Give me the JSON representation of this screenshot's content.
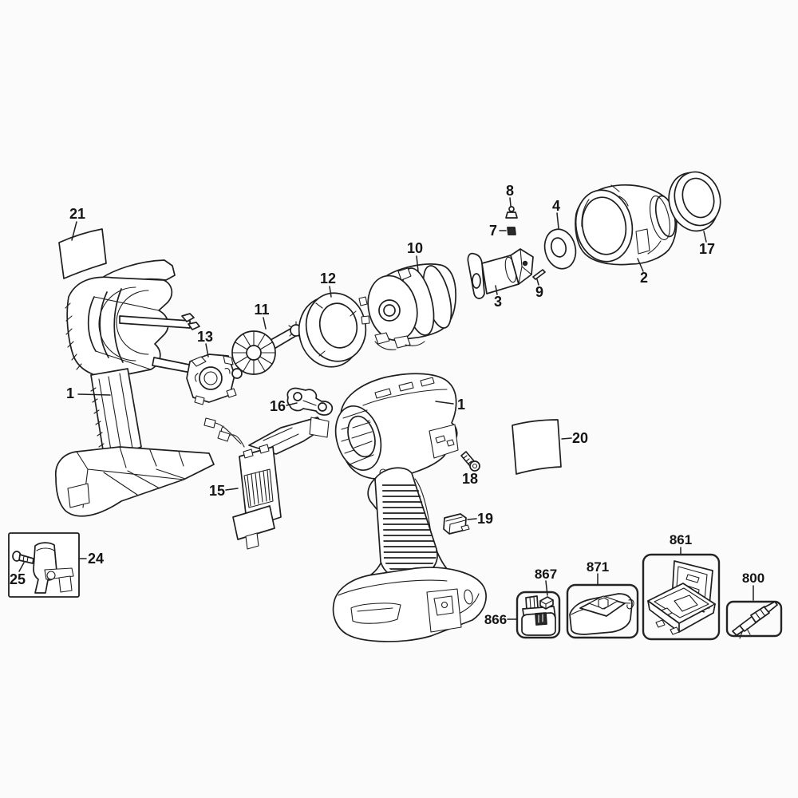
{
  "canvas": {
    "background": "#fbfbfb",
    "line_color": "#1f1f1f",
    "label_color": "#141414"
  },
  "callouts": [
    {
      "number": "21"
    },
    {
      "number": "1"
    },
    {
      "number": "13"
    },
    {
      "number": "11"
    },
    {
      "number": "12"
    },
    {
      "number": "10"
    },
    {
      "number": "8"
    },
    {
      "number": "7"
    },
    {
      "number": "4"
    },
    {
      "number": "2"
    },
    {
      "number": "17"
    },
    {
      "number": "3"
    },
    {
      "number": "9"
    },
    {
      "number": "16"
    },
    {
      "number": "15"
    },
    {
      "number": "1"
    },
    {
      "number": "18"
    },
    {
      "number": "20"
    },
    {
      "number": "19"
    },
    {
      "number": "24"
    },
    {
      "number": "25"
    },
    {
      "number": "866"
    },
    {
      "number": "867"
    },
    {
      "number": "871"
    },
    {
      "number": "861"
    },
    {
      "number": "800"
    }
  ]
}
